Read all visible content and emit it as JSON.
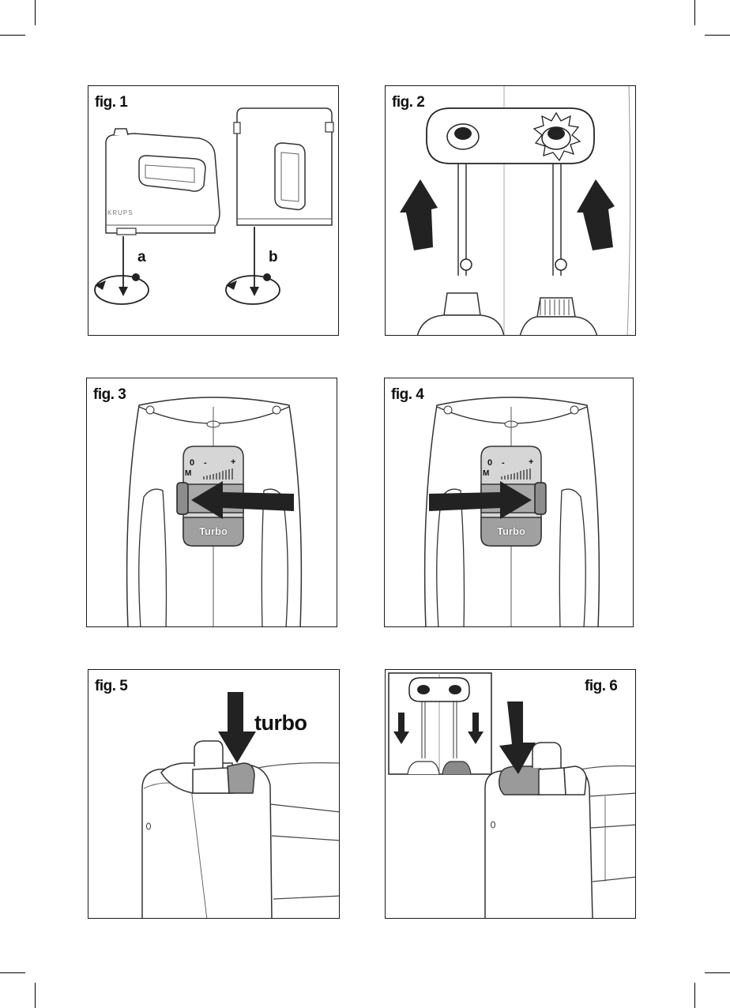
{
  "figures": [
    {
      "label": "fig. 1",
      "letters": [
        "a",
        "b"
      ],
      "brand": "KRUPS"
    },
    {
      "label": "fig. 2"
    },
    {
      "label": "fig. 3",
      "dial": {
        "marks": [
          "0",
          "-",
          "+"
        ],
        "m": "M",
        "button": "Turbo"
      }
    },
    {
      "label": "fig. 4",
      "dial": {
        "marks": [
          "0",
          "-",
          "+"
        ],
        "m": "M",
        "button": "Turbo"
      }
    },
    {
      "label": "fig. 5",
      "caption": "turbo"
    },
    {
      "label": "fig. 6"
    }
  ]
}
